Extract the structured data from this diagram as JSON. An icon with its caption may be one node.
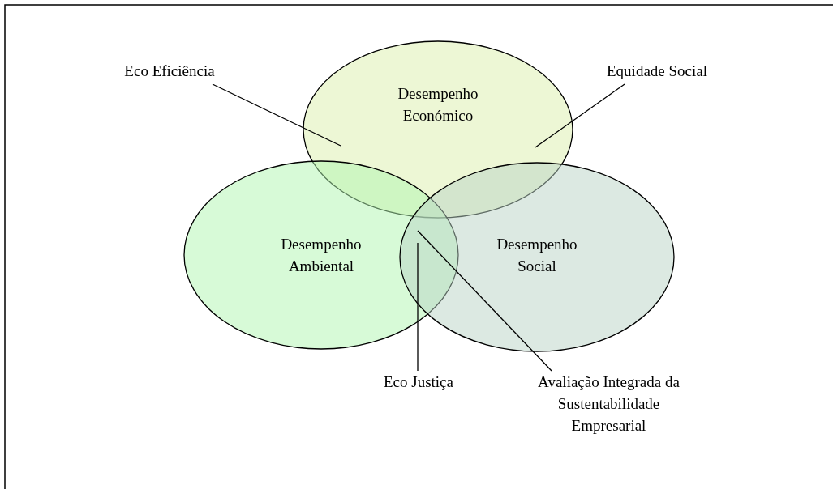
{
  "diagram": {
    "nodes": [
      {
        "text": [
          "Desempenho Económico"
        ]
      },
      {
        "text": [
          "Desempenho Ambiental"
        ]
      },
      {
        "text": [
          "Desempenho Social"
        ]
      },
      {
        "text": [
          "Eco Eficiência"
        ]
      },
      {
        "text": [
          "Equidade Social"
        ]
      },
      {
        "text": [
          "Eco Justiça"
        ]
      },
      {
        "text": [
          "Avaliação Integrada da Sustentabilidade Empresarial"
        ]
      }
    ],
    "edges": [
      {
        "from": 3,
        "to": 0,
        "arrow": "none"
      },
      {
        "from": 4,
        "to": 0,
        "arrow": "none"
      },
      {
        "from": 5,
        "to": 1,
        "arrow": "none"
      },
      {
        "from": 6,
        "to": 1,
        "arrow": "none"
      }
    ]
  }
}
